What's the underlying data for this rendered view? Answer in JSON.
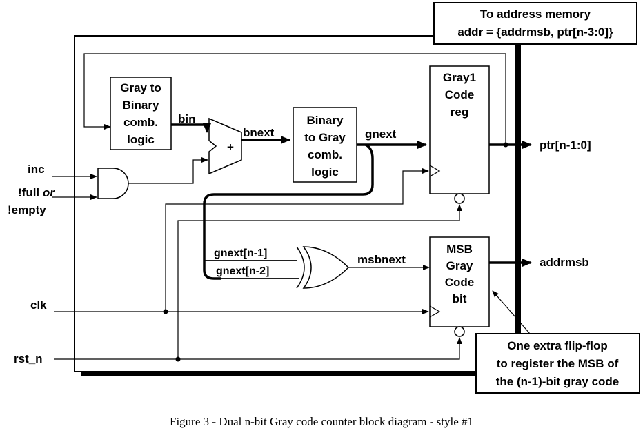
{
  "blocks": {
    "gray_to_binary": [
      "Gray to",
      "Binary",
      "comb.",
      "logic"
    ],
    "adder_symbol": "+",
    "binary_to_gray": [
      "Binary",
      "to Gray",
      "comb.",
      "logic"
    ],
    "gray1_reg": [
      "Gray1",
      "Code",
      "reg"
    ],
    "msb_reg": [
      "MSB",
      "Gray",
      "Code",
      "bit"
    ]
  },
  "signals": {
    "bin": "bin",
    "bnext": "bnext",
    "gnext": "gnext",
    "gnext_n1": "gnext[n-1]",
    "gnext_n2": "gnext[n-2]",
    "msbnext": "msbnext",
    "ptr": "ptr[n-1:0]",
    "addrmsb": "addrmsb"
  },
  "inputs": {
    "inc": "inc",
    "full_prefix": "!full ",
    "full_or": "or",
    "empty": "!empty",
    "clk": "clk",
    "rst_n": "rst_n"
  },
  "callouts": {
    "address_memory": [
      "To address memory",
      "addr = {addrmsb, ptr[n-3:0]}"
    ],
    "extra_flipflop": [
      "One extra flip-flop",
      "to register the MSB of",
      "the (n-1)-bit gray code"
    ]
  },
  "caption": "Figure 3 - Dual n-bit Gray code counter block diagram - style #1"
}
